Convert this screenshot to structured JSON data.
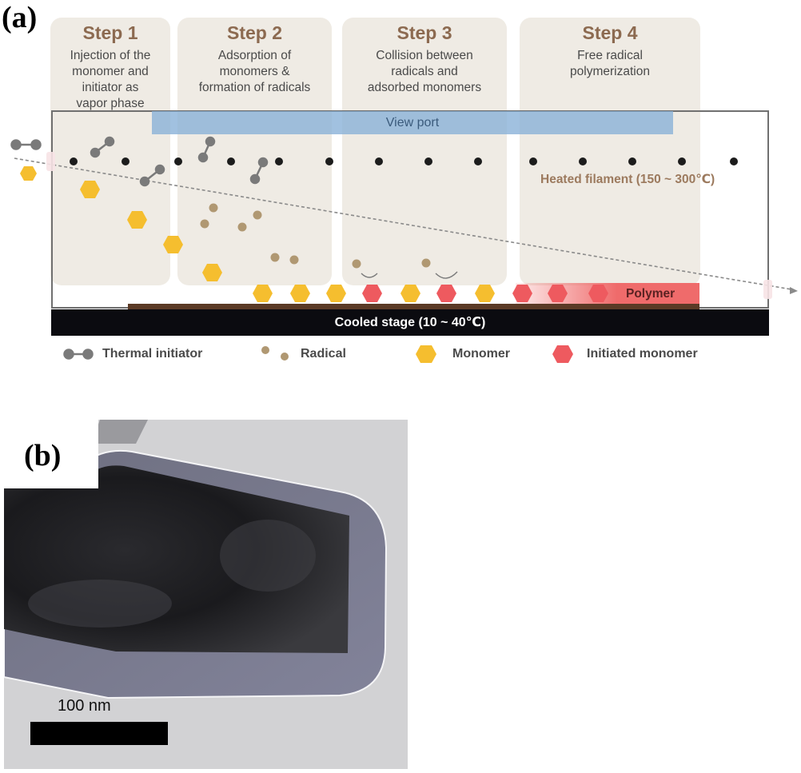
{
  "panel_a": {
    "label": "(a)",
    "steps": [
      {
        "title": "Step 1",
        "desc": "Injection of the\nmonomer and\ninitiator as\nvapor phase"
      },
      {
        "title": "Step 2",
        "desc": "Adsorption of\nmonomers &\nformation of radicals"
      },
      {
        "title": "Step 3",
        "desc": "Collision between\nradicals and\nadsorbed monomers"
      },
      {
        "title": "Step 4",
        "desc": "Free radical\npolymerization"
      }
    ],
    "view_port": "View port",
    "heated_filament": "Heated filament (150 ~ 300℃)",
    "polymer": "Polymer",
    "cooled_stage": "Cooled stage (10 ~ 40℃)",
    "legend": [
      {
        "label": "Thermal initiator",
        "icon": "thermal-initiator-icon"
      },
      {
        "label": "Radical",
        "icon": "radical-icon"
      },
      {
        "label": "Monomer",
        "icon": "monomer-hexagon-icon"
      },
      {
        "label": "Initiated monomer",
        "icon": "initiated-monomer-hexagon-icon"
      }
    ],
    "colors": {
      "step_background": "#efebe4",
      "step_title": "#8c6a50",
      "view_port": "#87afd7",
      "monomer": "#f5be2f",
      "initiated_monomer": "#ee5a5f",
      "radical": "#b09872",
      "initiator": "#7a7a7a",
      "filament": "#1c1c1c",
      "cooled_stage": "#0b0b10"
    }
  },
  "panel_b": {
    "label": "(b)",
    "scale_bar_label": "100 nm"
  }
}
